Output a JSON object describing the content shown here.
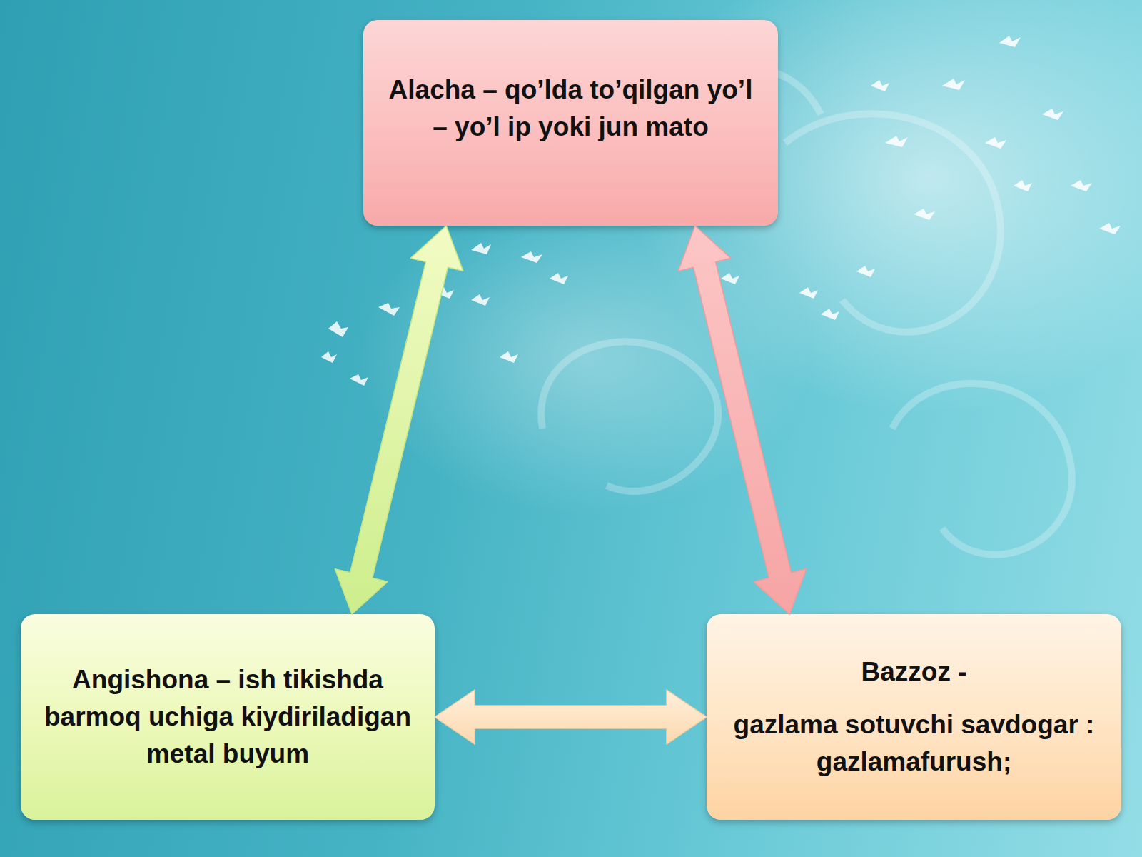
{
  "diagram": {
    "nodes": [
      {
        "text": [
          "Alacha – qo’lda to’qilgan yo’l – yo’l ip yoki jun mato"
        ]
      },
      {
        "text": [
          "Angishona – ish tikishda barmoq uchiga kiydiriladigan metal buyum"
        ]
      },
      {
        "text": [
          "Bazzoz -",
          "gazlama sotuvchi savdogar : gazlamafurush;"
        ]
      }
    ],
    "edges": [
      {
        "from": 0,
        "to": 1,
        "arrow": "both"
      },
      {
        "from": 0,
        "to": 2,
        "arrow": "both"
      },
      {
        "from": 1,
        "to": 2,
        "arrow": "both"
      }
    ]
  }
}
